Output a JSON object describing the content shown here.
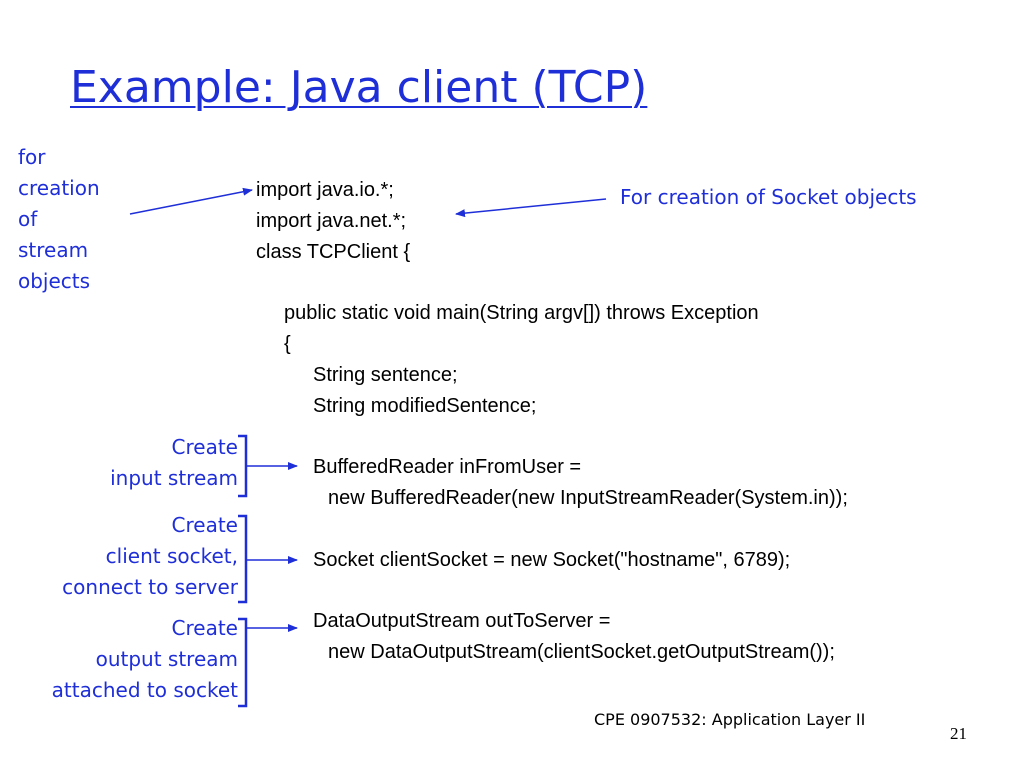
{
  "title": "Example: Java client (TCP)",
  "annotations": {
    "stream_objects": [
      "for",
      "creation",
      "of",
      "stream",
      "objects"
    ],
    "socket_objects": "For creation of Socket objects",
    "input_stream": [
      "Create",
      "input stream"
    ],
    "client_socket": [
      "Create",
      "client socket,",
      "connect to server"
    ],
    "output_stream": [
      "Create",
      "output stream",
      "attached to socket"
    ]
  },
  "code_lines": [
    "import java.io.*;",
    "import java.net.*;",
    "class TCPClient {",
    "public static void main(String argv[]) throws Exception",
    "{",
    "String sentence;",
    "String modifiedSentence;",
    "BufferedReader inFromUser =",
    "new BufferedReader(new InputStreamReader(System.in));",
    "Socket clientSocket = new Socket(\"hostname\", 6789);",
    "DataOutputStream outToServer =",
    "new DataOutputStream(clientSocket.getOutputStream());"
  ],
  "footer": "CPE 0907532: Application Layer II",
  "page_number": "21",
  "colors": {
    "accent": "#1f2fd8",
    "text": "#000000",
    "background": "#ffffff"
  }
}
